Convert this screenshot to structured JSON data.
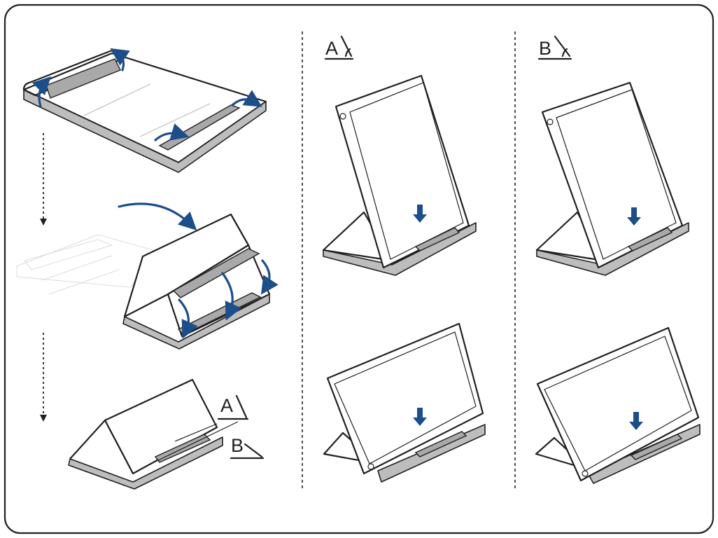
{
  "labels": {
    "column_a": "A",
    "column_b": "B",
    "callout_a": "A",
    "callout_b": "B"
  },
  "colors": {
    "frame": "#231f20",
    "arrow": "#1c4e8a",
    "strip": "#a9a9a9"
  },
  "icons": [
    "angle-icon",
    "curved-arrow-icon",
    "down-arrow-icon",
    "dotted-down-arrow-icon"
  ]
}
